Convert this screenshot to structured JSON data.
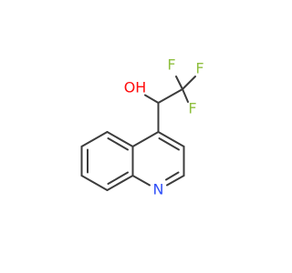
{
  "molecule": {
    "atoms": {
      "oxygen": {
        "label": "OH",
        "color": "#ff0d0d"
      },
      "fluorine_1": {
        "label": "F",
        "color": "#8fbf3f"
      },
      "fluorine_2": {
        "label": "F",
        "color": "#8fbf3f"
      },
      "fluorine_3": {
        "label": "F",
        "color": "#8fbf3f"
      },
      "nitrogen": {
        "label": "N",
        "color": "#3050f8"
      }
    },
    "bond_color": "#3c3c3c"
  }
}
